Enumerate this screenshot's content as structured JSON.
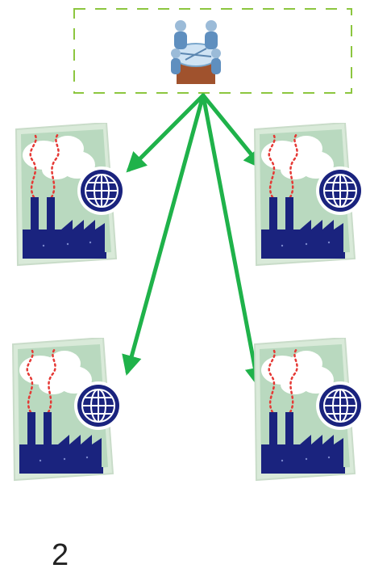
{
  "diagram": {
    "number_label": "2",
    "icons": {
      "headquarters": "meeting-table-icon",
      "factory": "factory-globe-icon"
    },
    "colors": {
      "box_border": "#8cc63f",
      "arrow": "#1fb24a",
      "factory_background": "#b9d9bf",
      "factory_dark": "#1a237e",
      "smoke_trail": "#e53935"
    },
    "factories": [
      {
        "id": "factory-top-left"
      },
      {
        "id": "factory-top-right"
      },
      {
        "id": "factory-bottom-left"
      },
      {
        "id": "factory-bottom-right"
      }
    ]
  }
}
